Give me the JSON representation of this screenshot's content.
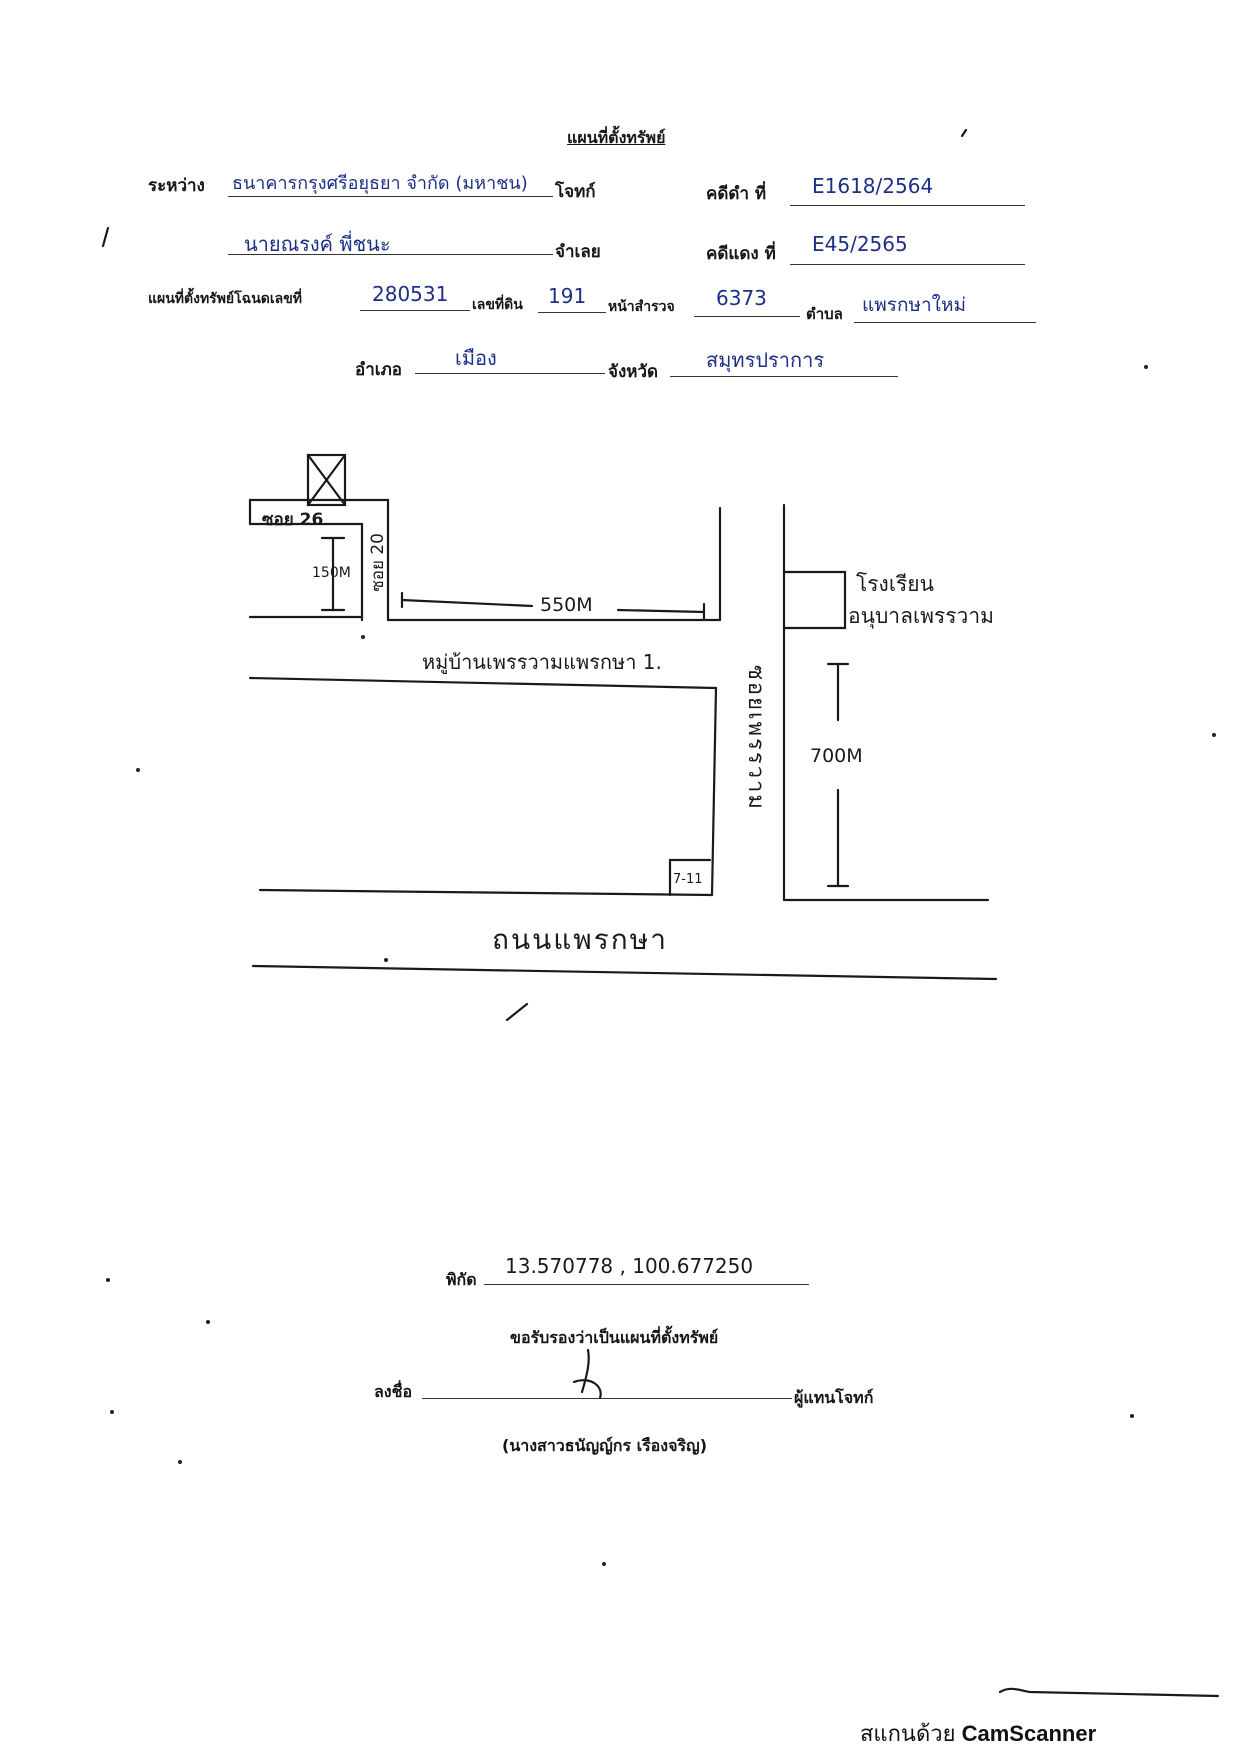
{
  "header": {
    "title": "แผนที่ตั้งทรัพย์",
    "between_label": "ระหว่าง",
    "plaintiff_value": "ธนาคารกรุงศรีอยุธยา จำกัด (มหาชน)",
    "plaintiff_label": "โจทก์",
    "black_case_label": "คดีดำ ที่",
    "black_case_value": "E1618/2564",
    "defendant_value": "นายณรงค์ พี่ชนะ",
    "defendant_label": "จำเลย",
    "red_case_label": "คดีแดง ที่",
    "red_case_value": "E45/2565",
    "deed_label": "แผนที่ตั้งทรัพย์โฉนดเลขที่",
    "deed_value": "280531",
    "land_no_label": "เลขที่ดิน",
    "land_no_value": "191",
    "survey_label": "หน้าสำรวจ",
    "survey_value": "6373",
    "subdistrict_label": "ตำบล",
    "subdistrict_value": "แพรกษาใหม่",
    "district_label": "อำเภอ",
    "district_value": "เมือง",
    "province_label": "จังหวัด",
    "province_value": "สมุทรปราการ"
  },
  "map": {
    "soi26": "ซอย 26",
    "dist_150": "150M",
    "soi20": "ซอย 20",
    "dist_550": "550M",
    "school": "โรงเรียน",
    "school_name": "อนุบาลเพรรวาม",
    "village": "หมู่บ้านเพรรวามแพรกษา 1.",
    "soi_phrawam": "ซอยเพรรวาม",
    "dist_700": "700M",
    "seven_eleven": "7-11",
    "road": "ถนนแพรกษา"
  },
  "footer": {
    "coord_label": "พิกัด",
    "coord_value": "13.570778 , 100.677250",
    "certify": "ขอรับรองว่าเป็นแผนที่ตั้งทรัพย์",
    "sign_label": "ลงชื่อ",
    "sign_role": "ผู้แทนโจทก์",
    "signer": "(นางสาวธนัญญ์กร   เรืองจริญ)",
    "scanner_prefix": "สแกนด้วย",
    "scanner_app": "CamScanner"
  }
}
